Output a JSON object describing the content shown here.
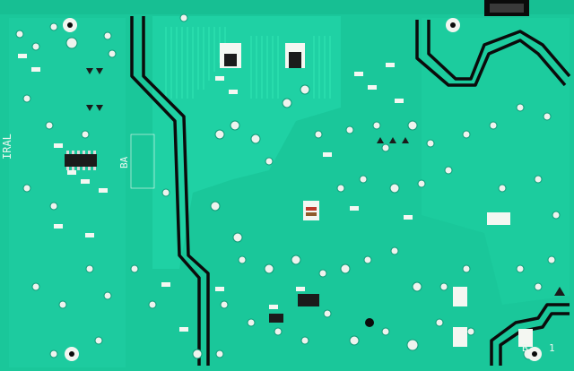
{
  "scene": {
    "subject": "pcb-power-supply-board-bottom",
    "colors": {
      "board": "#19c79a",
      "board_dark": "#12a884",
      "trace": "#22d6a8",
      "pad": "#f2f5f0",
      "silk": "#eaf7ef",
      "slot": "#0a0a0a",
      "chip": "#1b1b1b"
    }
  },
  "labels": {
    "left_marking": "IRAL",
    "ba_marking": "BA",
    "corner_mark_b": "B",
    "corner_mark_1": "1"
  }
}
